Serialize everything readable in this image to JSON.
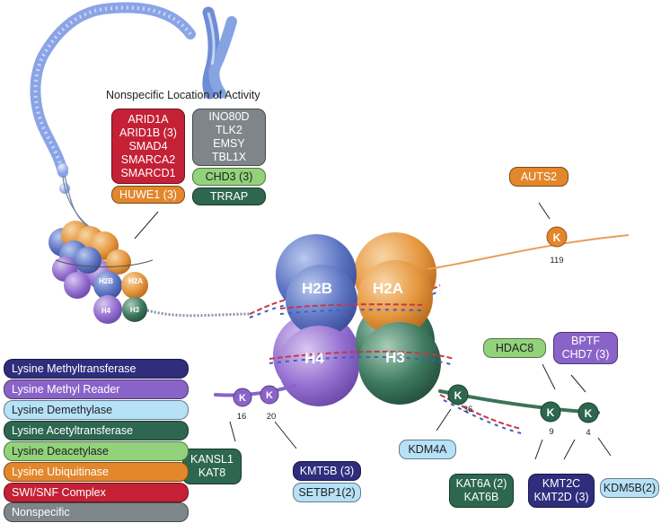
{
  "colors": {
    "methyltransferase": "#2f2d7c",
    "methyl_reader": "#8a63c9",
    "demethylase": "#b6e1f7",
    "acetyltransferase": "#2d6750",
    "deacetylase": "#92d27b",
    "ubiquitinase": "#e2872b",
    "swisnf": "#c42136",
    "nonspecific": "#7f868a"
  },
  "header": {
    "title": "Nonspecific Location of Activity"
  },
  "nonspecific_block": {
    "swisnf": [
      "ARID1A",
      "ARID1B (3)",
      "SMAD4",
      "SMARCA2",
      "SMARCD1"
    ],
    "ubiquitinase": "HUWE1 (3)",
    "nonspecific": [
      "INO80D",
      "TLK2",
      "EMSY",
      "TBL1X"
    ],
    "deacetylase": "CHD3 (3)",
    "acetyltransferase": "TRRAP"
  },
  "histones": {
    "h2b": "H2B",
    "h2a": "H2A",
    "h4": "H4",
    "h3": "H3"
  },
  "lysine_letter": "K",
  "sites": {
    "h2a_119": "119",
    "h4_16": "16",
    "h4_20": "20",
    "h3_36": "36",
    "h3_9": "9",
    "h3_4": "4"
  },
  "proteins": {
    "auts2": "AUTS2",
    "hdac8": "HDAC8",
    "bptf_chd7": [
      "BPTF",
      "CHD7 (3)"
    ],
    "kansl1_kat8": [
      "KANSL1",
      "KAT8"
    ],
    "kmt5b": "KMT5B (3)",
    "setbp1": "SETBP1(2)",
    "kdm4a": "KDM4A",
    "kat6a_kat6b": [
      "KAT6A (2)",
      "KAT6B"
    ],
    "kmt2c_kmt2d": [
      "KMT2C",
      "KMT2D (3)"
    ],
    "kdm5b": "KDM5B(2)"
  },
  "legend": [
    {
      "label": "Lysine Methyltransferase",
      "color": "#2f2d7c"
    },
    {
      "label": "Lysine Methyl Reader",
      "color": "#8a63c9"
    },
    {
      "label": "Lysine Demethylase",
      "color": "#b6e1f7"
    },
    {
      "label": "Lysine Acetyltransferase",
      "color": "#2d6750"
    },
    {
      "label": "Lysine Deacetylase",
      "color": "#92d27b"
    },
    {
      "label": "Lysine Ubiquitinase",
      "color": "#e2872b"
    },
    {
      "label": "SWI/SNF Complex",
      "color": "#c42136"
    },
    {
      "label": "Nonspecific",
      "color": "#7f868a"
    }
  ]
}
